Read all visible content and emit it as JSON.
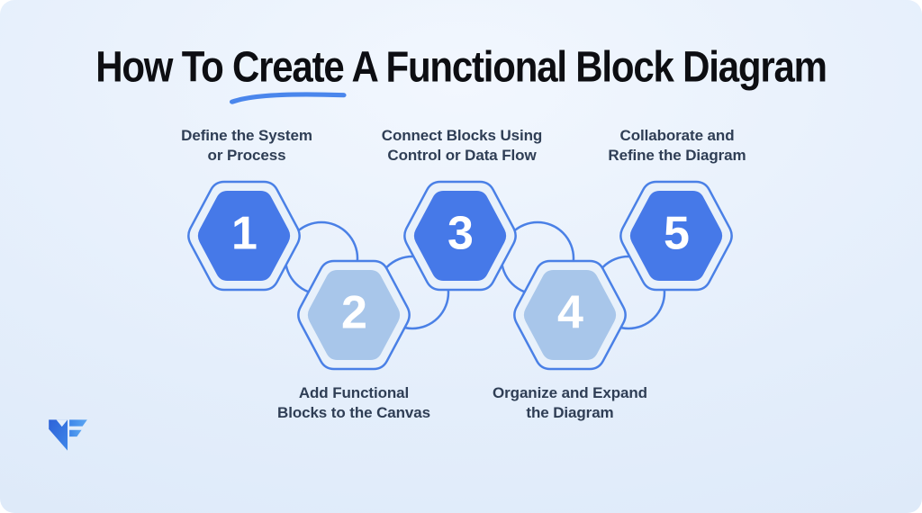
{
  "title": {
    "part1": "How To ",
    "highlight": "Create",
    "part2": " A Functional Block Diagram"
  },
  "steps": [
    {
      "number": "1",
      "tone": "dark",
      "label_line1": "Define the System",
      "label_line2": "or Process",
      "label_position": "above"
    },
    {
      "number": "2",
      "tone": "light",
      "label_line1": "Add Functional",
      "label_line2": "Blocks to the Canvas",
      "label_position": "below"
    },
    {
      "number": "3",
      "tone": "dark",
      "label_line1": "Connect Blocks Using",
      "label_line2": "Control or Data Flow",
      "label_position": "above"
    },
    {
      "number": "4",
      "tone": "light",
      "label_line1": "Organize and Expand",
      "label_line2": "the Diagram",
      "label_position": "below"
    },
    {
      "number": "5",
      "tone": "dark",
      "label_line1": "Collaborate and",
      "label_line2": "Refine the Diagram",
      "label_position": "above"
    }
  ],
  "colors": {
    "hex_dark": "#4679e8",
    "hex_light": "#a8c6ea",
    "outline": "#4a80e6",
    "canvas_fill": "#e8f1fb",
    "number_text": "#ffffff",
    "label_text": "#2f3e55",
    "title_text": "#0d0e12",
    "underline": "#4a86ec",
    "background_top": "#f2f7fe",
    "background_bottom": "#d8e6f7",
    "logo_blue_dark": "#2d62d8",
    "logo_blue_light": "#4f9bee"
  }
}
